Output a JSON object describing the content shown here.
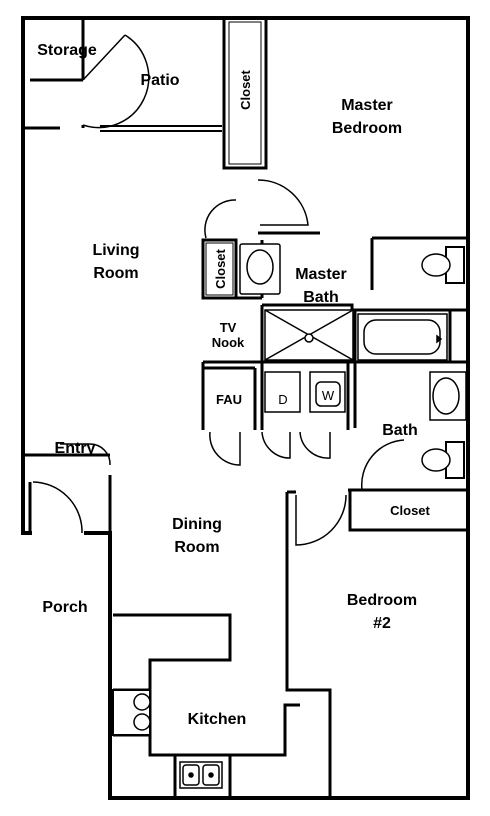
{
  "rooms": {
    "storage": "Storage",
    "patio": "Patio",
    "closet_top": "Closet",
    "master_bedroom_1": "Master",
    "master_bedroom_2": "Bedroom",
    "living_room_1": "Living",
    "living_room_2": "Room",
    "closet_master": "Closet",
    "master_bath_1": "Master",
    "master_bath_2": "Bath",
    "tv_nook_1": "TV",
    "tv_nook_2": "Nook",
    "fau": "FAU",
    "dryer": "D",
    "washer": "W",
    "bath": "Bath",
    "entry": "Entry",
    "closet_bedroom2": "Closet",
    "dining_room_1": "Dining",
    "dining_room_2": "Room",
    "porch": "Porch",
    "bedroom2_1": "Bedroom",
    "bedroom2_2": "#2",
    "kitchen": "Kitchen"
  }
}
